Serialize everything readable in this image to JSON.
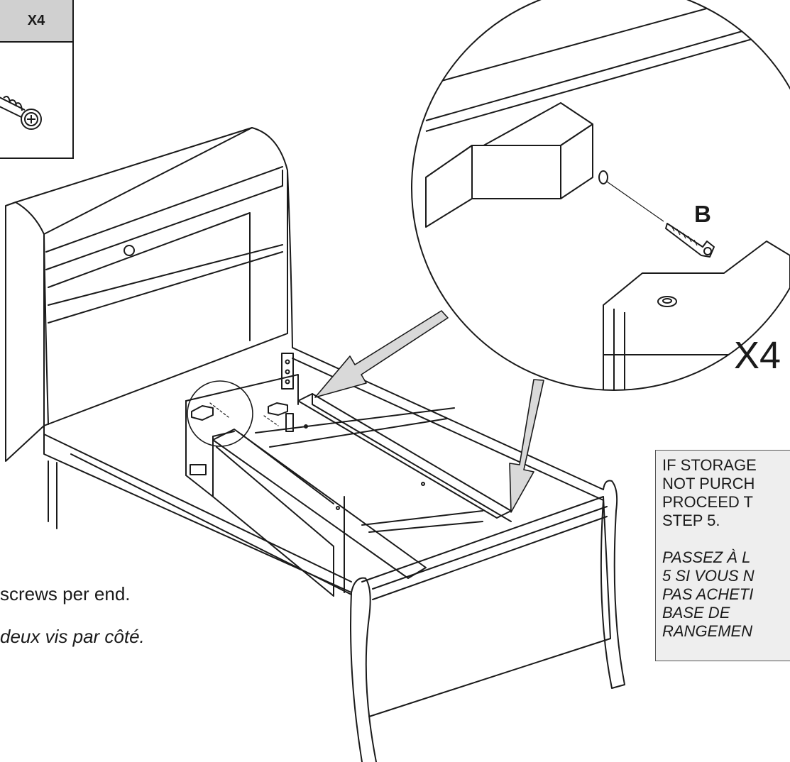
{
  "parts_box": {
    "quantity_label": "X4",
    "icon": "screw-icon"
  },
  "detail_callout": {
    "part_label": "B",
    "quantity_label": "X4"
  },
  "notice": {
    "english": "IF STORAGE\nNOT PURCH\nPROCEED T\nSTEP 5.",
    "french": "PASSEZ À L\n5 SI VOUS N\nPAS ACHETI\nBASE DE\nRANGEMEN"
  },
  "instructions": {
    "english": "screws per end.",
    "french": "deux vis par côté."
  },
  "colors": {
    "line": "#1a1a1a",
    "arrow_fill": "#d9d9d9",
    "header_fill": "#d0d0d0",
    "notice_fill": "#eeeeee"
  }
}
